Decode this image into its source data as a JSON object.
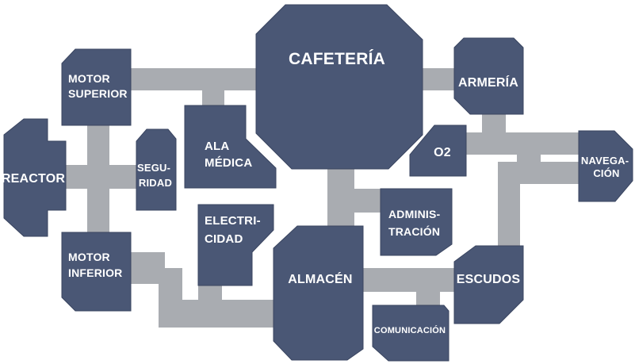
{
  "colors": {
    "background": "#ffffff",
    "room_fill": "#4a5775",
    "room_stroke": "#3a4560",
    "hallway": "#a9acb1",
    "label": "#ffffff"
  },
  "rooms": {
    "cafeteria": [
      "CAFETERÍA"
    ],
    "armeria": [
      "ARMERÍA"
    ],
    "o2": [
      "O2"
    ],
    "navegacion": [
      "NAVEGA-",
      "CIÓN"
    ],
    "motor_superior": [
      "MOTOR",
      "SUPERIOR"
    ],
    "reactor": [
      "REACTOR"
    ],
    "seguridad": [
      "SEGU-",
      "RIDAD"
    ],
    "ala_medica": [
      "ALA",
      "MÉDICA"
    ],
    "electricidad": [
      "ELECTRI-",
      "CIDAD"
    ],
    "motor_inferior": [
      "MOTOR",
      "INFERIOR"
    ],
    "almacen": [
      "ALMACÉN"
    ],
    "administracion": [
      "ADMINIS-",
      "TRACIÓN"
    ],
    "escudos": [
      "ESCUDOS"
    ],
    "comunicacion": [
      "COMUNICACIÓN"
    ]
  }
}
